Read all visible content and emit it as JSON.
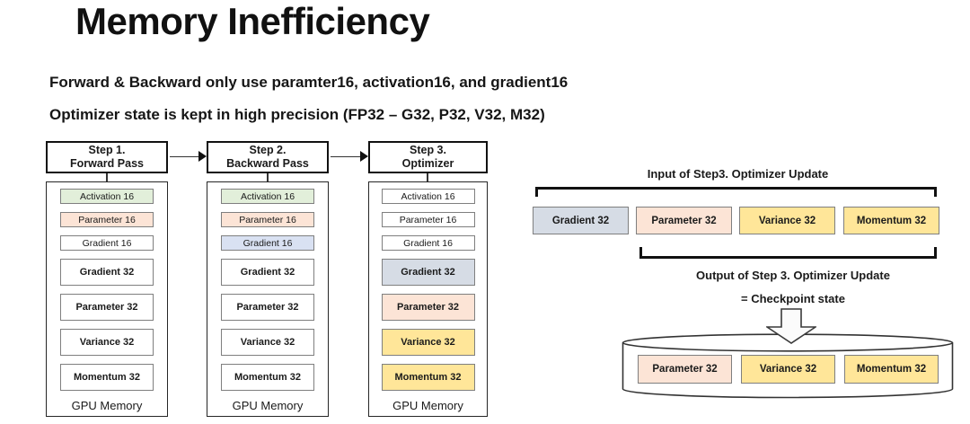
{
  "slide": {
    "title": "Memory Inefficiency",
    "bullets": [
      "Forward & Backward only use paramter16, activation16, and gradient16",
      "Optimizer state is kept in high precision (FP32 – G32, P32, V32, M32)"
    ]
  },
  "colors": {
    "activation16_green": "#e2efda",
    "parameter_peach": "#fce4d6",
    "gradient16_blue": "#d9e1f2",
    "gradient32_steel_blue": "#d6dce5",
    "optimizer_state_yellow": "#ffe699",
    "plain_box_white": "#ffffff",
    "box_border_gray": "#7f7f7f",
    "outline_black": "#111111"
  },
  "steps": [
    {
      "header_line1": "Step 1.",
      "header_line2": "Forward Pass",
      "footer": "GPU Memory",
      "boxes": [
        {
          "label": "Activation 16",
          "color": "green"
        },
        {
          "label": "Parameter 16",
          "color": "peach"
        },
        {
          "label": "Gradient 16",
          "color": "white"
        },
        {
          "label": "Gradient 32",
          "color": "white"
        },
        {
          "label": "Parameter 32",
          "color": "white"
        },
        {
          "label": "Variance 32",
          "color": "white"
        },
        {
          "label": "Momentum 32",
          "color": "white"
        }
      ]
    },
    {
      "header_line1": "Step 2.",
      "header_line2": "Backward Pass",
      "footer": "GPU Memory",
      "boxes": [
        {
          "label": "Activation 16",
          "color": "green"
        },
        {
          "label": "Parameter 16",
          "color": "peach"
        },
        {
          "label": "Gradient 16",
          "color": "blue16"
        },
        {
          "label": "Gradient 32",
          "color": "white"
        },
        {
          "label": "Parameter 32",
          "color": "white"
        },
        {
          "label": "Variance 32",
          "color": "white"
        },
        {
          "label": "Momentum 32",
          "color": "white"
        }
      ]
    },
    {
      "header_line1": "Step 3.",
      "header_line2": "Optimizer",
      "footer": "GPU Memory",
      "boxes": [
        {
          "label": "Activation 16",
          "color": "white"
        },
        {
          "label": "Parameter 16",
          "color": "white"
        },
        {
          "label": "Gradient 16",
          "color": "white"
        },
        {
          "label": "Gradient 32",
          "color": "blue32"
        },
        {
          "label": "Parameter 32",
          "color": "peach"
        },
        {
          "label": "Variance 32",
          "color": "yellow"
        },
        {
          "label": "Momentum 32",
          "color": "yellow"
        }
      ]
    }
  ],
  "input_section": {
    "title": "Input of Step3. Optimizer Update",
    "boxes": [
      {
        "label": "Gradient 32",
        "color": "blue32"
      },
      {
        "label": "Parameter 32",
        "color": "peach"
      },
      {
        "label": "Variance 32",
        "color": "yellow"
      },
      {
        "label": "Momentum 32",
        "color": "yellow"
      }
    ]
  },
  "output_section": {
    "title": "Output of Step 3. Optimizer Update",
    "subtitle": "= Checkpoint state",
    "cylinder_boxes": [
      {
        "label": "Parameter 32",
        "color": "peach"
      },
      {
        "label": "Variance 32",
        "color": "yellow"
      },
      {
        "label": "Momentum 32",
        "color": "yellow"
      }
    ]
  }
}
